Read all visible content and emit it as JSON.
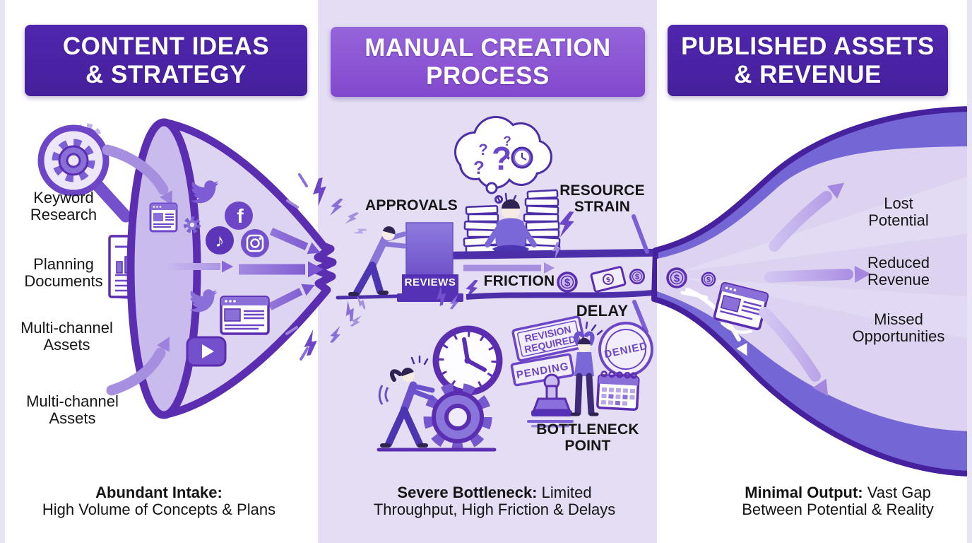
{
  "colors": {
    "deep_purple": "#4a21a8",
    "mid_purple": "#8c55d6",
    "accent_purple": "#5b2db1",
    "lavender_bg": "#e4ddf3",
    "funnel_fill": "#ddd4f2",
    "horn_band": "#7566d5",
    "horn_inner": "#ddd3f1",
    "light_arrow": "#ab96e3",
    "ink": "#161616"
  },
  "icons": {
    "dollar": "$",
    "question": "?",
    "tiktok_note": "♪",
    "facebook_f": "f"
  },
  "headers": {
    "intake": {
      "line1": "CONTENT IDEAS",
      "line2": "& STRATEGY"
    },
    "process": {
      "line1": "MANUAL CREATION",
      "line2": "PROCESS"
    },
    "output": {
      "line1": "PUBLISHED ASSETS",
      "line2": "& REVENUE"
    }
  },
  "intake": {
    "labels": [
      {
        "line1": "Keyword",
        "line2": "Research"
      },
      {
        "line1": "Planning",
        "line2": "Documents"
      },
      {
        "line1": "Multi-channel",
        "line2": "Assets"
      },
      {
        "line1": "Multi-channel",
        "line2": "Assets"
      }
    ],
    "caption": {
      "bold": "Abundant Intake:",
      "rest": "",
      "line2": "High Volume of Concepts & Plans"
    }
  },
  "process": {
    "approvals": "APPROVALS",
    "reviews": "REVIEWS",
    "friction": "FRICTION",
    "resource_strain": {
      "line1": "RESOURCE",
      "line2": "STRAIN"
    },
    "delay": "DELAY",
    "bottleneck": {
      "line1": "BOTTLENECK",
      "line2": "POINT"
    },
    "stamps": {
      "revision": {
        "line1": "REVISION",
        "line2": "REQUIRED"
      },
      "pending": "PENDING",
      "denied": "DENIED"
    },
    "caption": {
      "bold": "Severe Bottleneck:",
      "rest": " Limited",
      "line2": "Throughput, High Friction & Delays"
    }
  },
  "output": {
    "labels": [
      {
        "line1": "Lost",
        "line2": "Potential"
      },
      {
        "line1": "Reduced",
        "line2": "Revenue"
      },
      {
        "line1": "Missed",
        "line2": "Opportunities"
      }
    ],
    "caption": {
      "bold": "Minimal Output:",
      "rest": " Vast Gap",
      "line2": "Between Potential & Reality"
    }
  }
}
